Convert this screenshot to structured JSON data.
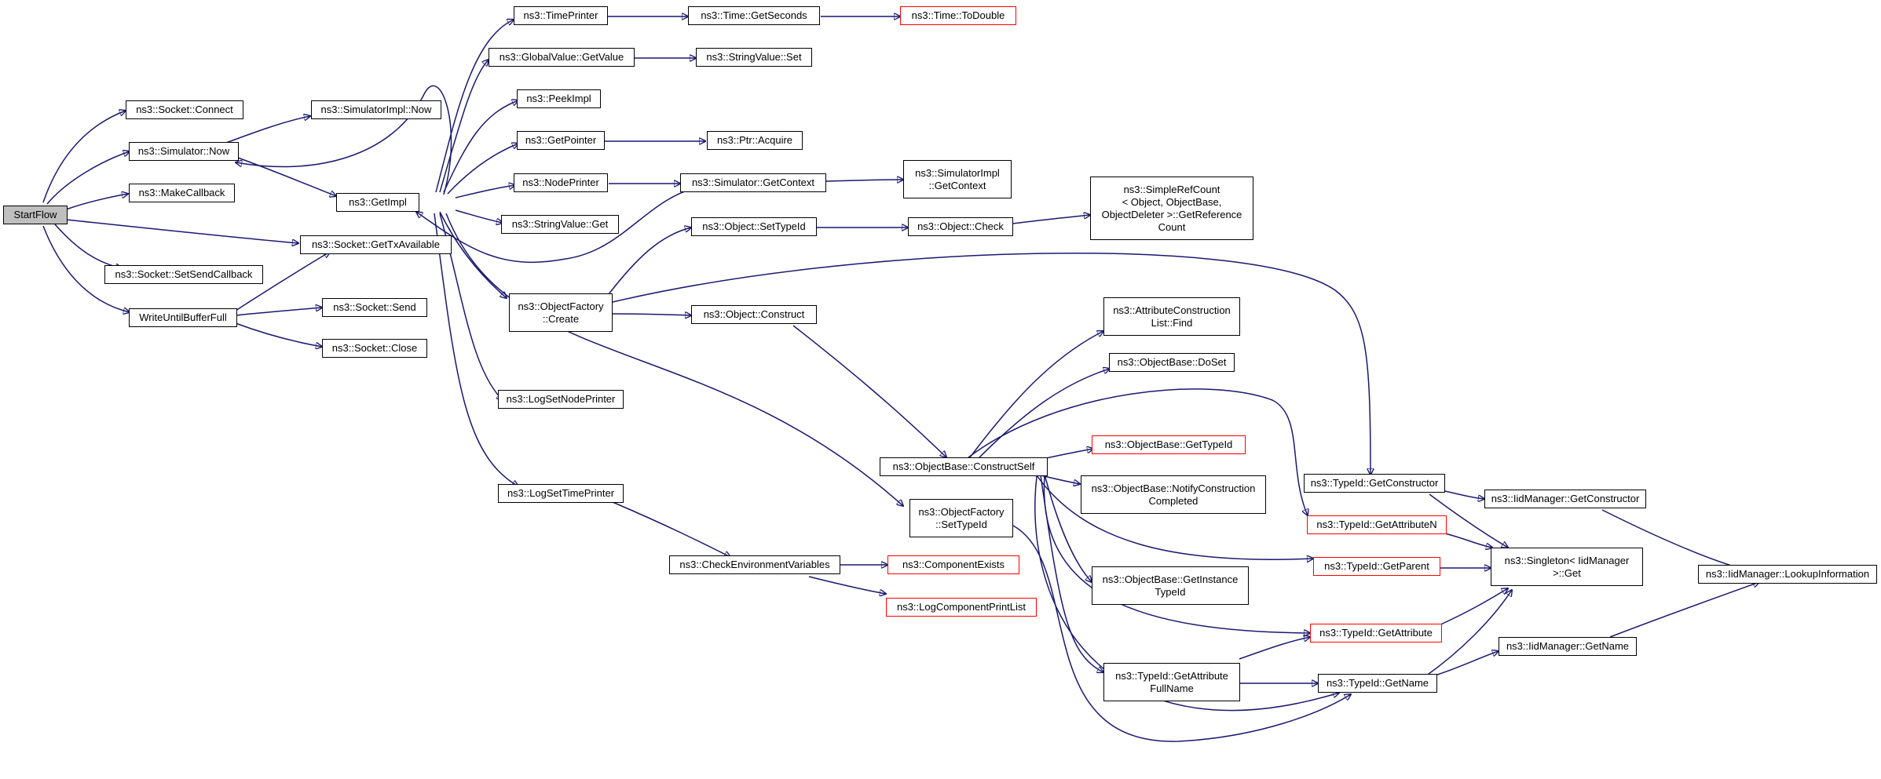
{
  "colors": {
    "edge": "#191970",
    "border": "#000000",
    "truncated_border": "#ff0000",
    "root_fill": "#bfbfbf"
  },
  "nodes": {
    "startflow": "StartFlow",
    "socket_connect": "ns3::Socket::Connect",
    "simulator_now": "ns3::Simulator::Now",
    "make_callback": "ns3::MakeCallback",
    "get_tx_available": "ns3::Socket::GetTxAvailable",
    "set_send_callback": "ns3::Socket::SetSendCallback",
    "write_until_buffer_full": "WriteUntilBufferFull",
    "simulatorimpl_now": "ns3::SimulatorImpl::Now",
    "get_impl": "ns3::GetImpl",
    "socket_send": "ns3::Socket::Send",
    "socket_close": "ns3::Socket::Close",
    "time_printer": "ns3::TimePrinter",
    "globalvalue_getvalue": "ns3::GlobalValue::GetValue",
    "peek_impl": "ns3::PeekImpl",
    "get_pointer": "ns3::GetPointer",
    "node_printer": "ns3::NodePrinter",
    "stringvalue_get": "ns3::StringValue::Get",
    "objectfactory_create": "ns3::ObjectFactory\n::Create",
    "log_set_node_printer": "ns3::LogSetNodePrinter",
    "log_set_time_printer": "ns3::LogSetTimePrinter",
    "time_getseconds": "ns3::Time::GetSeconds",
    "time_todouble": "ns3::Time::ToDouble",
    "stringvalue_set": "ns3::StringValue::Set",
    "ptr_acquire": "ns3::Ptr::Acquire",
    "simulator_getcontext": "ns3::Simulator::GetContext",
    "simulatorimpl_getcontext": "ns3::SimulatorImpl\n::GetContext",
    "object_settypeid": "ns3::Object::SetTypeId",
    "object_check": "ns3::Object::Check",
    "simplerefcount_getreferencecount": "ns3::SimpleRefCount\n< Object, ObjectBase,\nObjectDeleter >::GetReference\nCount",
    "object_construct": "ns3::Object::Construct",
    "attributeconstructionlist_find": "ns3::AttributeConstruction\nList::Find",
    "objectbase_doset": "ns3::ObjectBase::DoSet",
    "objectbase_constructself": "ns3::ObjectBase::ConstructSelf",
    "objectbase_gettypeid": "ns3::ObjectBase::GetTypeId",
    "objectbase_notifyconstructioncompleted": "ns3::ObjectBase::NotifyConstruction\nCompleted",
    "objectfactory_settypeid": "ns3::ObjectFactory\n::SetTypeId",
    "objectbase_getinstancetypeid": "ns3::ObjectBase::GetInstance\nTypeId",
    "check_environment_variables": "ns3::CheckEnvironmentVariables",
    "component_exists": "ns3::ComponentExists",
    "log_component_print_list": "ns3::LogComponentPrintList",
    "typeid_getconstructor": "ns3::TypeId::GetConstructor",
    "typeid_getattributen": "ns3::TypeId::GetAttributeN",
    "iidmanager_getconstructor": "ns3::IidManager::GetConstructor",
    "typeid_getparent": "ns3::TypeId::GetParent",
    "singleton_get": "ns3::Singleton< IidManager\n>::Get",
    "iidmanager_lookupinformation": "ns3::IidManager::LookupInformation",
    "typeid_getattribute": "ns3::TypeId::GetAttribute",
    "iidmanager_getname": "ns3::IidManager::GetName",
    "typeid_getattributefullname": "ns3::TypeId::GetAttribute\nFullName",
    "typeid_getname": "ns3::TypeId::GetName"
  }
}
